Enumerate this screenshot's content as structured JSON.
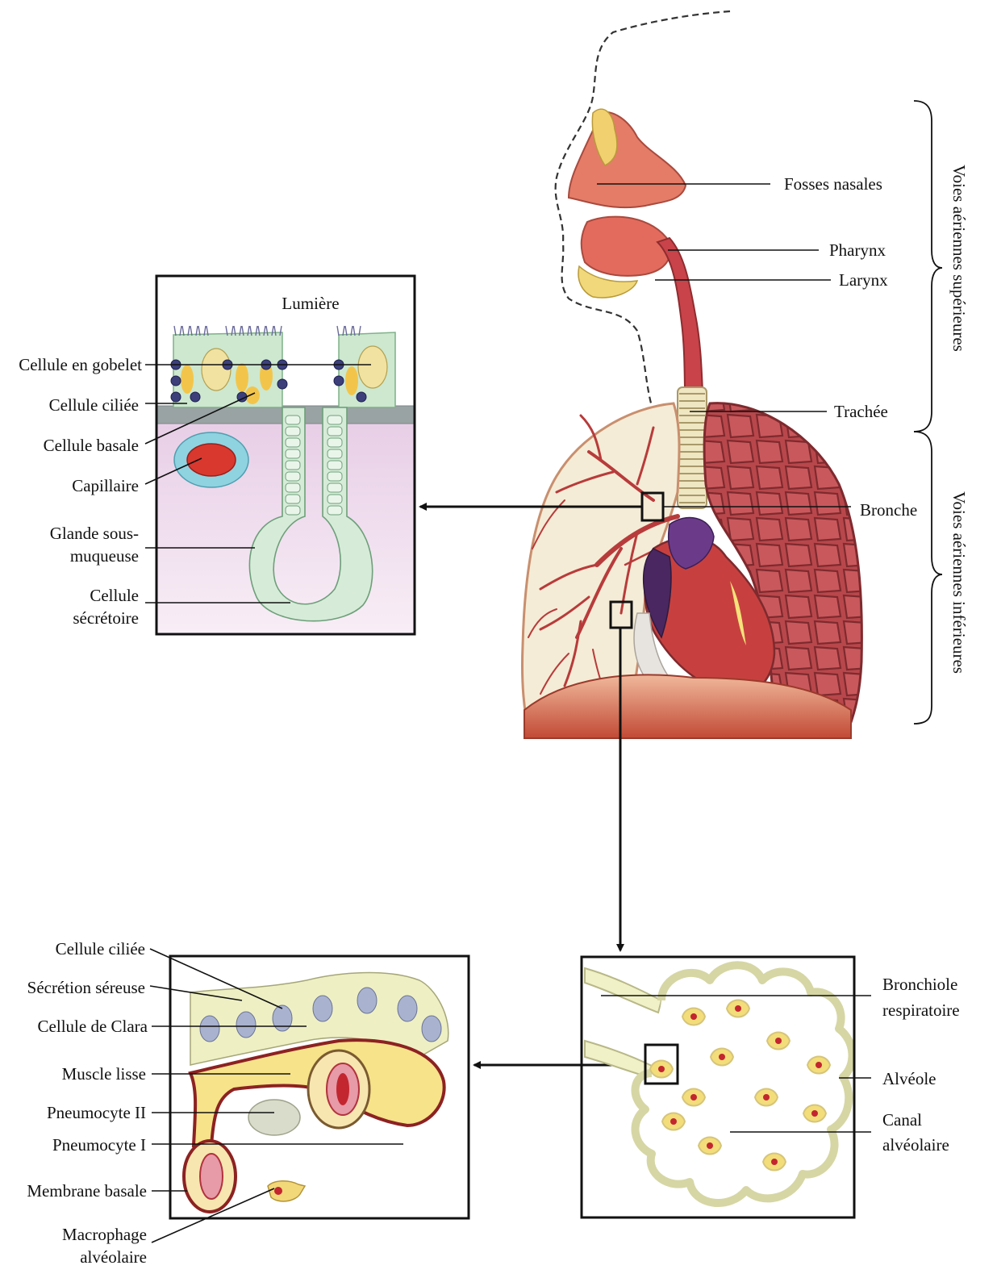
{
  "colors": {
    "tissue_red": "#c9434a",
    "tissue_dark": "#8e2c2f",
    "lung_fill": "#f4ecd6",
    "lung_edge": "#c98f6e",
    "cell_green": "#cde8cf",
    "mucosa_pink": "#ecd6ea",
    "membrane_grey": "#9aa3a3",
    "yellow": "#f2d86b",
    "alveolar_fill": "#f1f1c7"
  },
  "icons": [
    "arrow-right-icon",
    "arrow-down-icon",
    "arrow-left-icon"
  ],
  "anatomy": {
    "labels": {
      "fosses_nasales": "Fosses nasales",
      "pharynx": "Pharynx",
      "larynx": "Larynx",
      "trachee": "Trachée",
      "bronche": "Bronche"
    },
    "upper_airways": "Voies aériennes supérieures",
    "lower_airways": "Voies aériennes inférieures"
  },
  "bronchus_panel": {
    "lumen": "Lumière",
    "labels": {
      "goblet": "Cellule en gobelet",
      "ciliated": "Cellule ciliée",
      "basal": "Cellule basale",
      "capillary": "Capillaire",
      "gland_1": "Glande sous-",
      "gland_2": "muqueuse",
      "secretory_1": "Cellule",
      "secretory_2": "sécrétoire"
    }
  },
  "alveolar_panel": {
    "labels": {
      "bronchiole_1": "Bronchiole",
      "bronchiole_2": "respiratoire",
      "alveole": "Alvéole",
      "canal_1": "Canal",
      "canal_2": "alvéolaire"
    }
  },
  "bronchiole_panel": {
    "labels": {
      "ciliated": "Cellule ciliée",
      "serous": "Sécrétion séreuse",
      "clara": "Cellule de Clara",
      "muscle": "Muscle lisse",
      "pneumo2": "Pneumocyte II",
      "pneumo1": "Pneumocyte I",
      "membrane": "Membrane basale",
      "macrophage_1": "Macrophage",
      "macrophage_2": "alvéolaire"
    }
  }
}
